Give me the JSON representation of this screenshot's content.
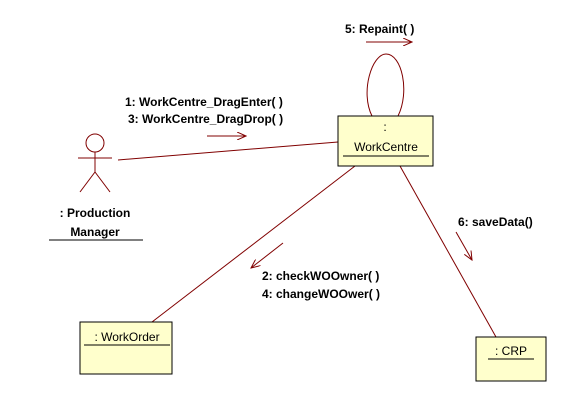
{
  "colors": {
    "object_fill": "#ffffcc",
    "object_border": "#000000",
    "link_line": "#800000",
    "message_arrow": "#800000",
    "actor_line": "#800000",
    "text": "#000000"
  },
  "actor": {
    "label_line1": ": Production",
    "label_line2": "Manager"
  },
  "objects": {
    "workcentre": {
      "label_prefix": ":",
      "label_name": "WorkCentre"
    },
    "workorder": {
      "label": ": WorkOrder"
    },
    "crp": {
      "label": ": CRP"
    }
  },
  "messages": {
    "m1": "1: WorkCentre_DragEnter( )",
    "m3": "3: WorkCentre_DragDrop( )",
    "m5": "5: Repaint( )",
    "m2": "2: checkWOOwner( )",
    "m4": "4: changeWOOwer( )",
    "m6": "6: saveData()"
  }
}
